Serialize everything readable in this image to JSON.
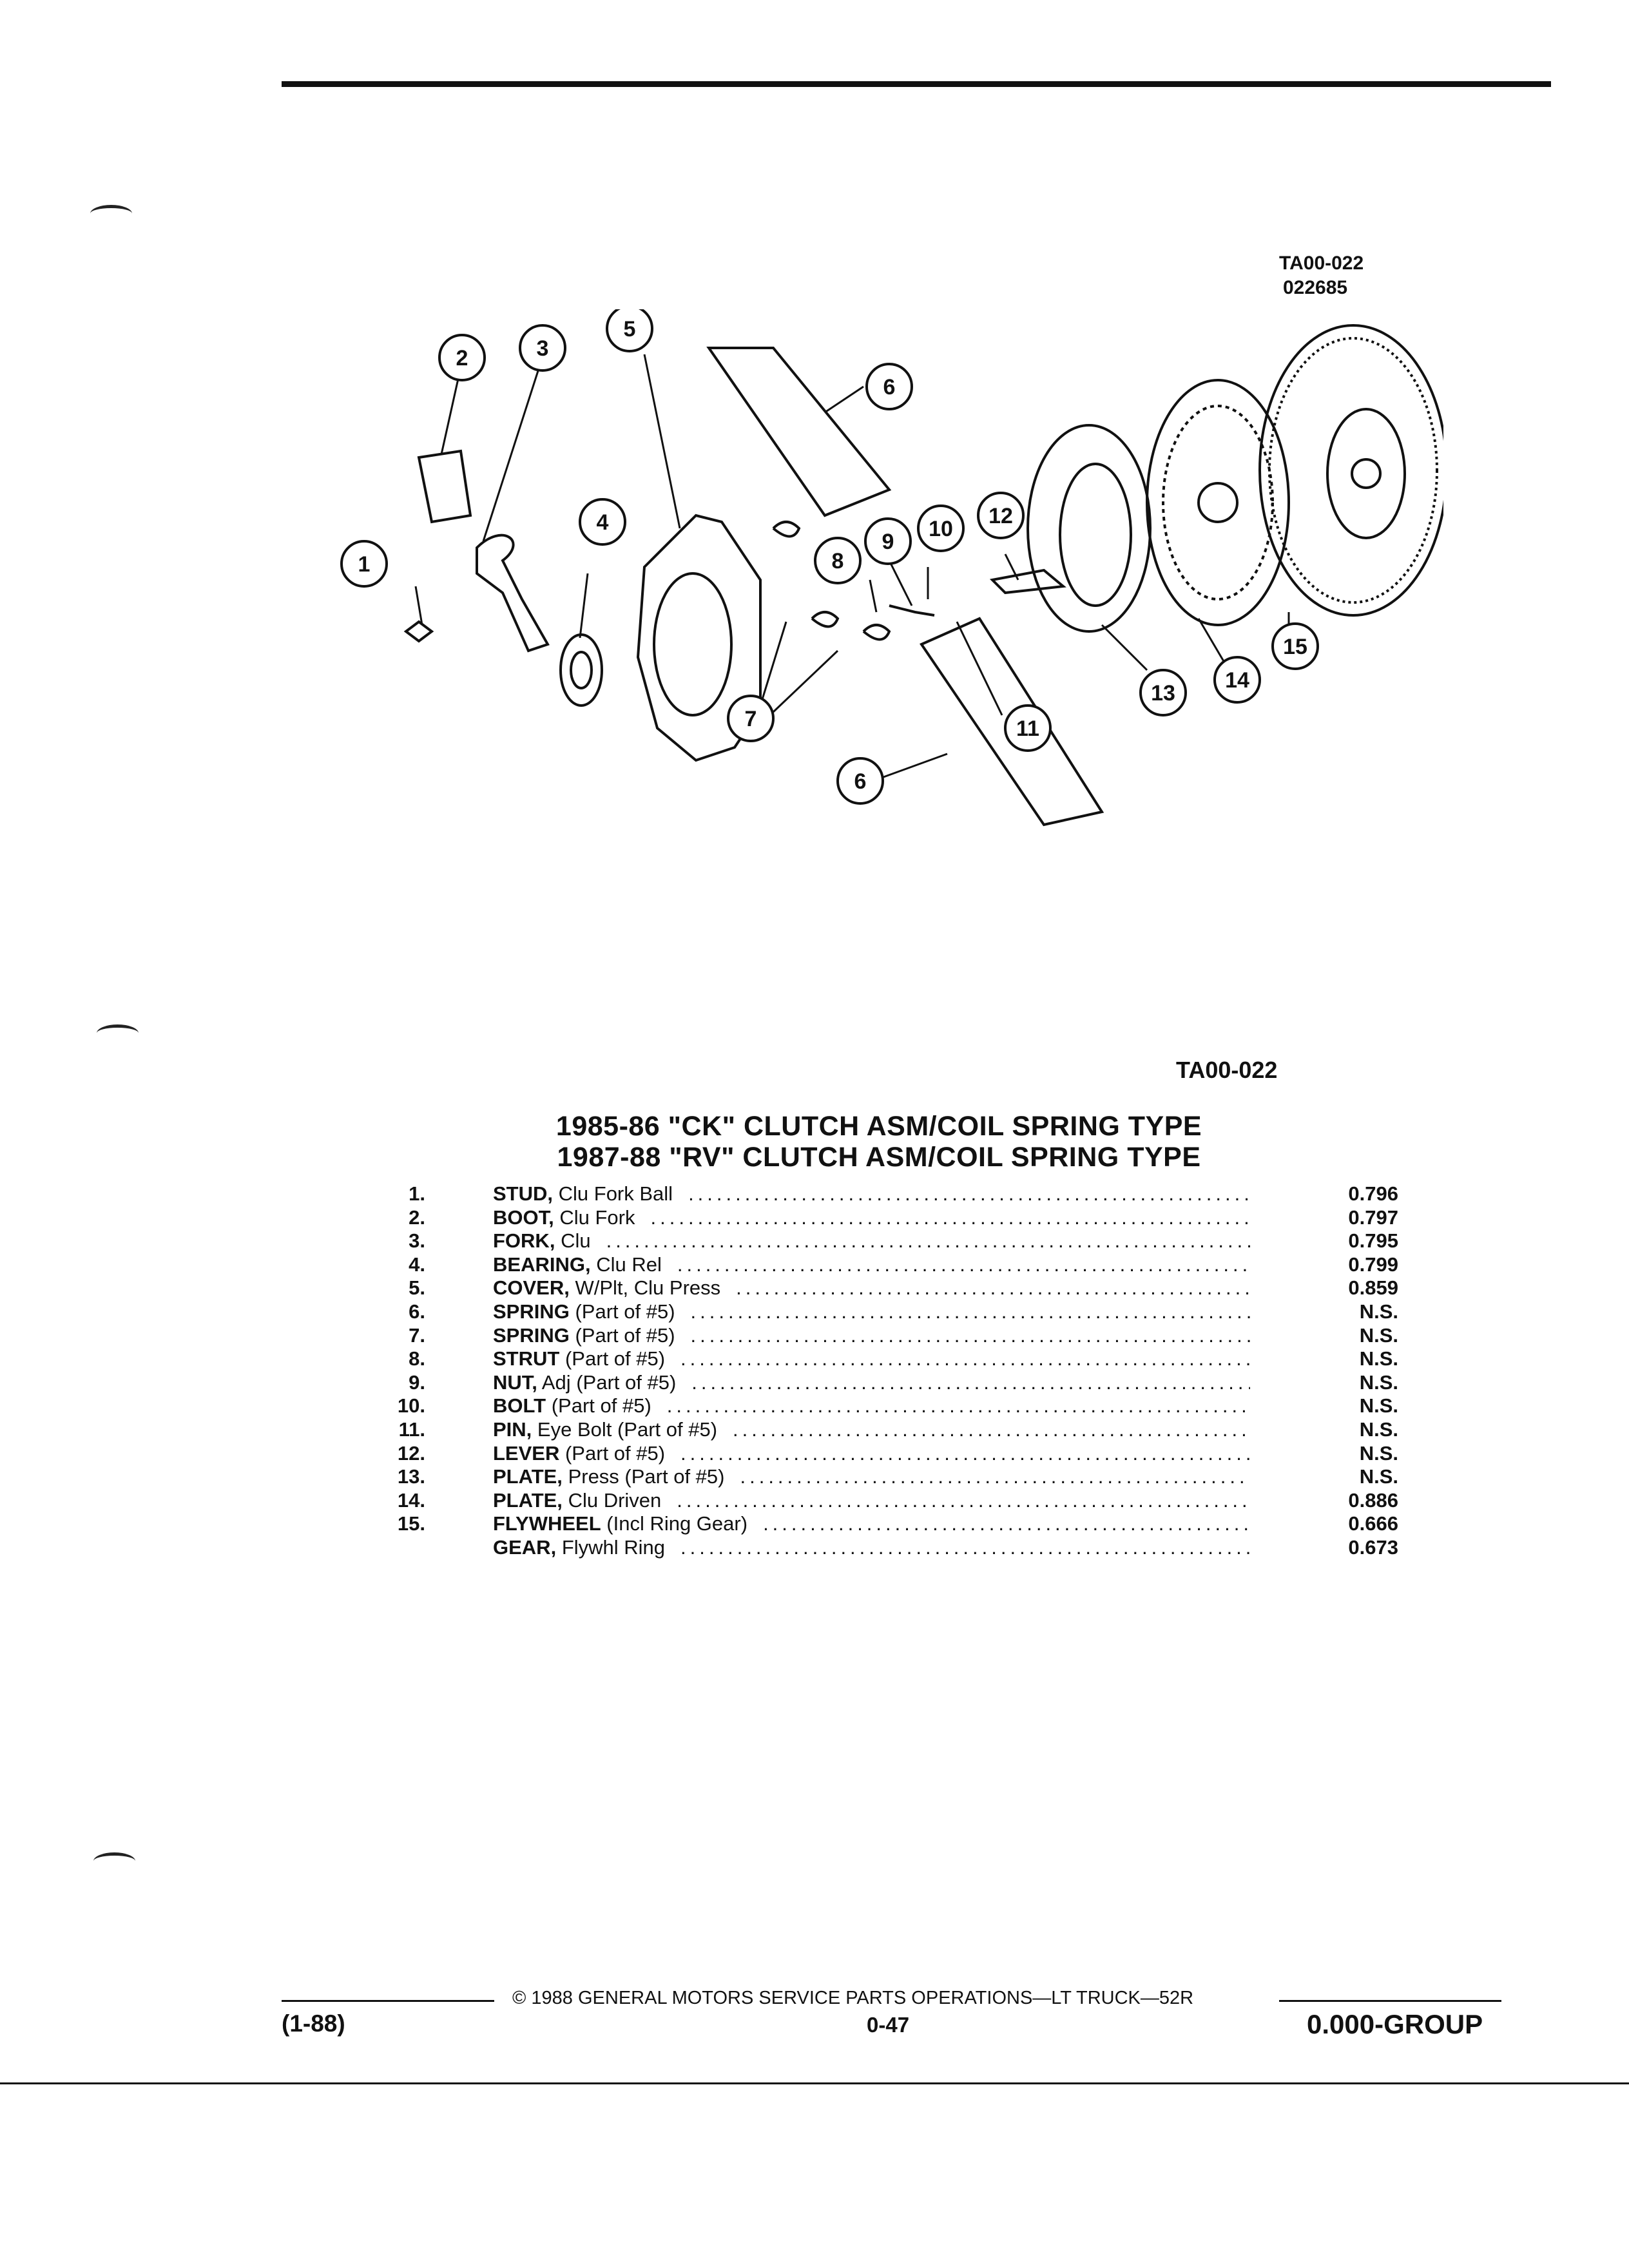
{
  "figure": {
    "code_top": "TA00-022",
    "code_sub": "022685",
    "label": "TA00-022",
    "callouts": [
      "1",
      "2",
      "3",
      "4",
      "5",
      "6",
      "6",
      "7",
      "8",
      "9",
      "10",
      "11",
      "12",
      "13",
      "14",
      "15"
    ]
  },
  "titles": {
    "line1": "1985-86 \"CK\" CLUTCH ASM/COIL SPRING TYPE",
    "line2": "1987-88 \"RV\" CLUTCH ASM/COIL SPRING TYPE"
  },
  "parts": [
    {
      "no": "1.",
      "name": "STUD,",
      "desc": "Clu Fork Ball",
      "part": "0.796"
    },
    {
      "no": "2.",
      "name": "BOOT,",
      "desc": "Clu Fork",
      "part": "0.797"
    },
    {
      "no": "3.",
      "name": "FORK,",
      "desc": "Clu",
      "part": "0.795"
    },
    {
      "no": "4.",
      "name": "BEARING,",
      "desc": "Clu Rel",
      "part": "0.799"
    },
    {
      "no": "5.",
      "name": "COVER,",
      "desc": "W/Plt, Clu Press",
      "part": "0.859"
    },
    {
      "no": "6.",
      "name": "SPRING",
      "desc": "(Part of #5)",
      "part": "N.S."
    },
    {
      "no": "7.",
      "name": "SPRING",
      "desc": "(Part of #5)",
      "part": "N.S."
    },
    {
      "no": "8.",
      "name": "STRUT",
      "desc": "(Part of #5)",
      "part": "N.S."
    },
    {
      "no": "9.",
      "name": "NUT,",
      "desc": "Adj (Part of #5)",
      "part": "N.S."
    },
    {
      "no": "10.",
      "name": "BOLT",
      "desc": "(Part of #5)",
      "part": "N.S."
    },
    {
      "no": "11.",
      "name": "PIN,",
      "desc": "Eye Bolt (Part of #5)",
      "part": "N.S."
    },
    {
      "no": "12.",
      "name": "LEVER",
      "desc": "(Part of #5)",
      "part": "N.S."
    },
    {
      "no": "13.",
      "name": "PLATE,",
      "desc": "Press (Part of #5)",
      "part": "N.S."
    },
    {
      "no": "14.",
      "name": "PLATE,",
      "desc": "Clu Driven",
      "part": "0.886"
    },
    {
      "no": "15.",
      "name": "FLYWHEEL",
      "desc": "(Incl Ring Gear)",
      "part": "0.666"
    },
    {
      "no": "",
      "name": "GEAR,",
      "desc": "Flywhl Ring",
      "part": "0.673"
    }
  ],
  "footer": {
    "copyright": "© 1988 GENERAL MOTORS SERVICE PARTS OPERATIONS—LT TRUCK—52R",
    "page": "0-47",
    "issue": "(1-88)",
    "group": "0.000-GROUP"
  }
}
